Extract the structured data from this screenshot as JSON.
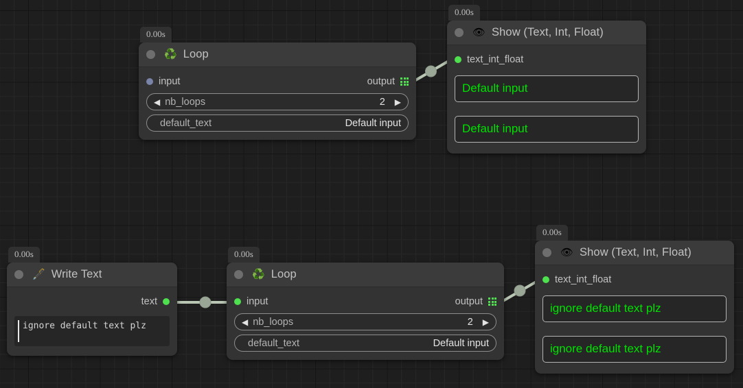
{
  "canvas": {
    "background_color": "#1e1e1e",
    "grid_minor_color": "#272727",
    "grid_major_color": "#141414"
  },
  "theme": {
    "node_body": "#333333",
    "node_header": "#3b3b3b",
    "title_text": "#c2c2c2",
    "green_accent": "#4ee04e",
    "display_text_green": "#00e100",
    "edge_color": "#b9c6b3",
    "blue_port": "#7a83a8"
  },
  "nodes": [
    {
      "id": "loop-top",
      "time_badge": "0.00s",
      "icon": "recycle-icon",
      "icon_glyph": "♻️",
      "title": "Loop",
      "input_port": {
        "label": "input",
        "state": "unconnected"
      },
      "output_port": {
        "label": "output",
        "icon": "grid-icon"
      },
      "fields": [
        {
          "name": "nb_loops",
          "value": "2",
          "type": "stepper",
          "left_arrow": "◀",
          "right_arrow": "▶"
        },
        {
          "name": "default_text",
          "value": "Default input",
          "type": "text"
        }
      ]
    },
    {
      "id": "show-top",
      "time_badge": "0.00s",
      "icon": "eye-icon",
      "icon_glyph": "👁",
      "title": "Show (Text, Int, Float)",
      "input_port": {
        "label": "text_int_float",
        "state": "connected"
      },
      "display_boxes": [
        "Default input",
        "Default input"
      ]
    },
    {
      "id": "write-text",
      "time_badge": "0.00s",
      "icon": "pen-icon",
      "icon_glyph": "🖋️",
      "title": "Write Text",
      "output_port": {
        "label": "text",
        "state": "connected"
      },
      "editor_value": "ignore default text plz"
    },
    {
      "id": "loop-bottom",
      "time_badge": "0.00s",
      "icon": "recycle-icon",
      "icon_glyph": "♻️",
      "title": "Loop",
      "input_port": {
        "label": "input",
        "state": "connected"
      },
      "output_port": {
        "label": "output",
        "icon": "grid-icon"
      },
      "fields": [
        {
          "name": "nb_loops",
          "value": "2",
          "type": "stepper",
          "left_arrow": "◀",
          "right_arrow": "▶"
        },
        {
          "name": "default_text",
          "value": "Default input",
          "type": "text"
        }
      ]
    },
    {
      "id": "show-bottom",
      "time_badge": "0.00s",
      "icon": "eye-icon",
      "icon_glyph": "👁",
      "title": "Show (Text, Int, Float)",
      "input_port": {
        "label": "text_int_float",
        "state": "connected"
      },
      "display_boxes": [
        "ignore default text plz",
        "ignore default text plz"
      ]
    }
  ],
  "edges": [
    {
      "id": "edge-loop-top-to-show-top",
      "from": "loop-top.output",
      "to": "show-top.text_int_float"
    },
    {
      "id": "edge-write-text-to-loop-bottom",
      "from": "write-text.text",
      "to": "loop-bottom.input"
    },
    {
      "id": "edge-loop-bottom-to-show-bottom",
      "from": "loop-bottom.output",
      "to": "show-bottom.text_int_float"
    }
  ]
}
